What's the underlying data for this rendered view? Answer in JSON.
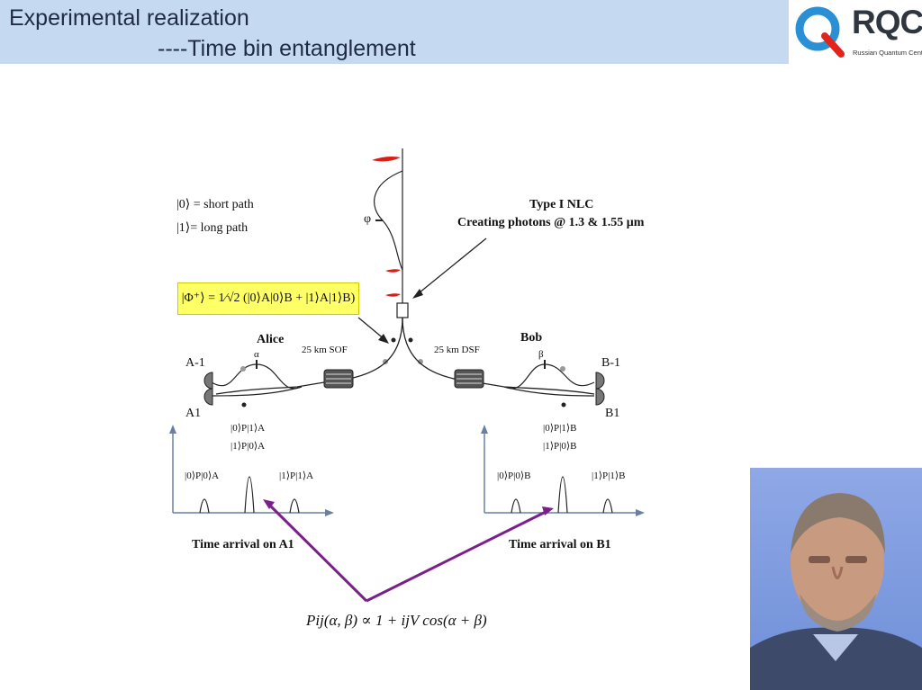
{
  "slide": {
    "title_line1": "Experimental realization",
    "title_line2": "----Time bin entanglement"
  },
  "logo": {
    "text": "RQC",
    "subtitle": "Russian Quantum Center",
    "colors": {
      "ring": "#2b8fd6",
      "accent": "#e1251b",
      "text": "#2f3640"
    }
  },
  "diagram": {
    "basis_short": "|0⟩ = short path",
    "basis_long": "|1⟩= long path",
    "state": "|Φ⁺⟩ = 1⁄√2 (|0⟩A|0⟩B + |1⟩A|1⟩B)",
    "source_line1": "Type I NLC",
    "source_line2": "Creating photons @ 1.3 & 1.55 μm",
    "pump_phase": "φ",
    "alice": "Alice",
    "bob": "Bob",
    "alice_fiber": "25 km SOF",
    "bob_fiber": "25 km DSF",
    "alpha": "α",
    "beta": "β",
    "det_a_minus": "A-1",
    "det_a_plus": "A1",
    "det_b_minus": "B-1",
    "det_b_plus": "B1",
    "a_peak_center_top": "|0⟩P|1⟩A",
    "a_peak_center_bottom": "|1⟩P|0⟩A",
    "a_peak_left": "|0⟩P|0⟩A",
    "a_peak_right": "|1⟩P|1⟩A",
    "b_peak_center_top": "|0⟩P|1⟩B",
    "b_peak_center_bottom": "|1⟩P|0⟩B",
    "b_peak_left": "|0⟩P|0⟩B",
    "b_peak_right": "|1⟩P|1⟩B",
    "a_axis_label": "Time arrival on A1",
    "b_axis_label": "Time arrival on B1",
    "formula": "Pij(α, β) ∝ 1 + ijV cos(α + β)",
    "colors": {
      "pulse": "#d91e18",
      "arrow": "#7b1f8c",
      "highlight": "#ffff66"
    }
  }
}
